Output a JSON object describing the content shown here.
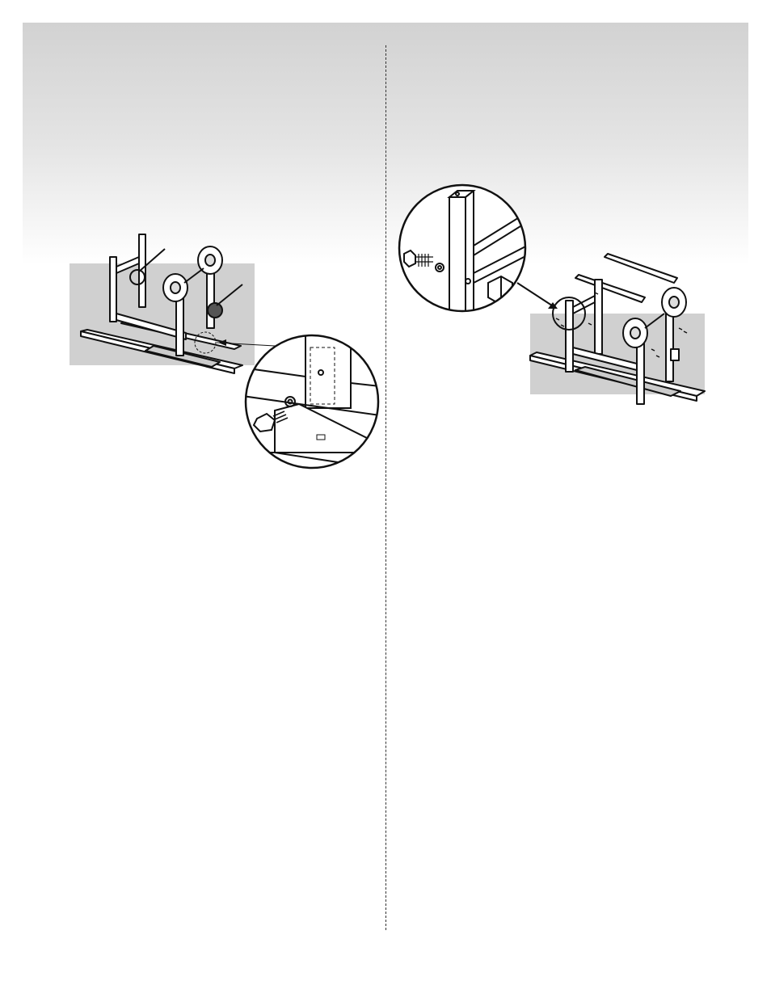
{
  "page": {
    "steps": [
      {
        "illustration": "cart-frame-wheel-attachment",
        "detail": "bolt-through-leg-into-base-rail"
      },
      {
        "illustration": "cart-frame-crossbar-attachment",
        "detail": "bolt-and-washer-into-leg-top"
      }
    ],
    "colors": {
      "highlight": "#d0d0d0",
      "line": "#111111",
      "header_gradient": "#d2d2d2"
    }
  }
}
